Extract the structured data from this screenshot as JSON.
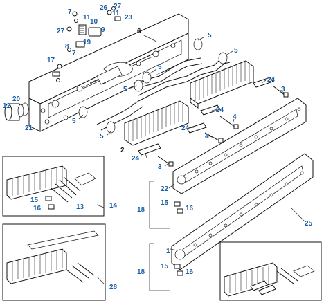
{
  "diagram": {
    "callout_color": "#1a5fa6",
    "line_color": "#111111",
    "callouts": {
      "c1": "1",
      "c2": "2",
      "c3a": "3",
      "c3b": "3",
      "c4a": "4",
      "c4b": "4",
      "c5a": "5",
      "c5b": "5",
      "c5c": "5",
      "c5d": "5",
      "c5e": "5",
      "c5f": "5",
      "c6": "6",
      "c7a": "7",
      "c7b": "7",
      "c8": "8",
      "c9": "9",
      "c10": "10",
      "c11a": "11",
      "c11b": "11",
      "c12": "12",
      "c13": "13",
      "c14": "14",
      "c15a": "15",
      "c15b": "15",
      "c16a": "16",
      "c16b": "16",
      "c17": "17",
      "c18a": "18",
      "c18b": "18",
      "c19": "19",
      "c20": "20",
      "c21": "21",
      "c22": "22",
      "c23": "23",
      "c24a": "24",
      "c24b": "24",
      "c24c": "24",
      "c25": "25",
      "c26": "26",
      "c27a": "27",
      "c27b": "27",
      "c28": "28"
    }
  }
}
